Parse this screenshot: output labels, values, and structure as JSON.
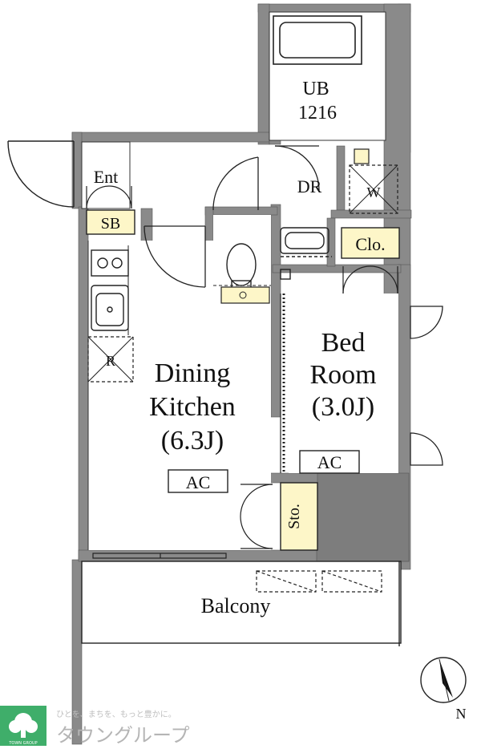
{
  "rooms": {
    "ub": "UB",
    "ub_size": "1216",
    "entrance": "Ent",
    "shoe_box": "SB",
    "dressing": "DR",
    "washer": "W",
    "closet": "Clo.",
    "fridge": "R",
    "dining_line1": "Dining",
    "dining_line2": "Kitchen",
    "dining_size": "(6.3J)",
    "bed_line1": "Bed",
    "bed_line2": "Room",
    "bed_size": "(3.0J)",
    "ac_dining": "AC",
    "ac_bed": "AC",
    "storage": "Sto.",
    "balcony": "Balcony"
  },
  "compass": {
    "label": "N"
  },
  "logo": {
    "tagline": "ひとを、まちを、もっと豊かに。",
    "name": "タウングループ",
    "small": "TOWN GROUP"
  },
  "colors": {
    "wall": "#8a8a8a",
    "wall_dark": "#7d7d7d",
    "highlight": "#fdf6c8",
    "line": "#222222",
    "logo_green": "#3fae6a"
  }
}
